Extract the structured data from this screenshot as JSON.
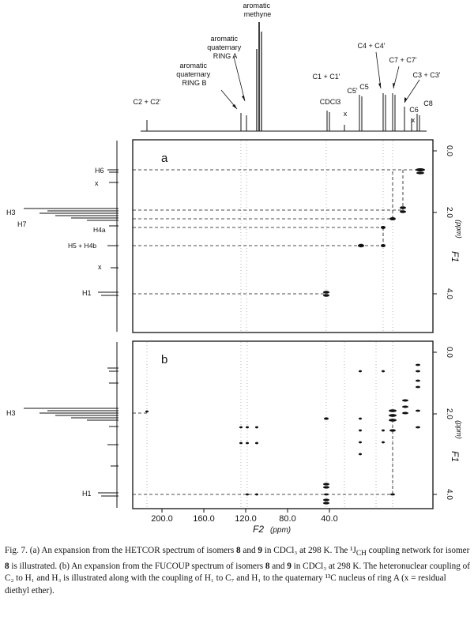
{
  "figure": {
    "top_labels": [
      {
        "id": "c2",
        "lines": [
          "C2 + C2'"
        ]
      },
      {
        "id": "ring_b",
        "lines": [
          "aromatic",
          "quaternary",
          "RING B"
        ]
      },
      {
        "id": "ring_a",
        "lines": [
          "aromatic",
          "quaternary",
          "RING A"
        ]
      },
      {
        "id": "methyne",
        "lines": [
          "aromatic",
          "methyne"
        ]
      },
      {
        "id": "c1",
        "lines": [
          "C1 + C1'"
        ]
      },
      {
        "id": "cdcl3",
        "lines": [
          "CDCl3"
        ]
      },
      {
        "id": "x_top",
        "lines": [
          "x"
        ]
      },
      {
        "id": "c5",
        "lines": [
          "C5"
        ]
      },
      {
        "id": "c5p",
        "lines": [
          "C5'"
        ]
      },
      {
        "id": "c4",
        "lines": [
          "C4 + C4'"
        ]
      },
      {
        "id": "c7",
        "lines": [
          "C7 + C7'"
        ]
      },
      {
        "id": "c3",
        "lines": [
          "C3 + C3'"
        ]
      },
      {
        "id": "c6",
        "lines": [
          "C6"
        ]
      },
      {
        "id": "x_c6",
        "lines": [
          "x"
        ]
      },
      {
        "id": "c8",
        "lines": [
          "C8"
        ]
      }
    ],
    "panel_a": {
      "letter": "a",
      "labels": {
        "h6": "H6",
        "x1": "x",
        "h3": "H3",
        "h7": "H7",
        "h4a": "H4a",
        "h5h4b": "H5 + H4b",
        "x2": "x",
        "h1": "H1"
      }
    },
    "panel_b": {
      "letter": "b",
      "labels": {
        "h3": "H3",
        "h1": "H1"
      }
    },
    "f1_axis": {
      "ticks": [
        "0.0",
        "2.0",
        "4.0"
      ],
      "label": "F1",
      "unit": "(ppm)"
    },
    "f2_axis": {
      "ticks": [
        "200.0",
        "160.0",
        "120.0",
        "80.0",
        "40.0"
      ],
      "label": "F2",
      "unit": "(ppm)"
    }
  },
  "caption": {
    "fig": "Fig. 7.",
    "s1": " (a) An expansion from the HETCOR spectrum of isomers ",
    "b8": "8",
    "s2": " and ",
    "b9": "9",
    "s3": " in CDCl₃ at 298 K. The ¹J",
    "sub_ch": "CH",
    "s4": " coupling network for isomer ",
    "b8b": "8",
    "s5": " is illustrated. (b) An expansion from the FUCOUP spectrum of isomers ",
    "b8c": "8",
    "s6": " and ",
    "b9b": "9",
    "s7": " in CDCl₃ at 298 K. The heteronuclear coupling of C₂ to H₁ and H₃ is illustrated along with the coupling of H₁ to C₇ and H₁ to the quaternary ¹³C nucleus of ring A (x = residual diethyl ether)."
  }
}
